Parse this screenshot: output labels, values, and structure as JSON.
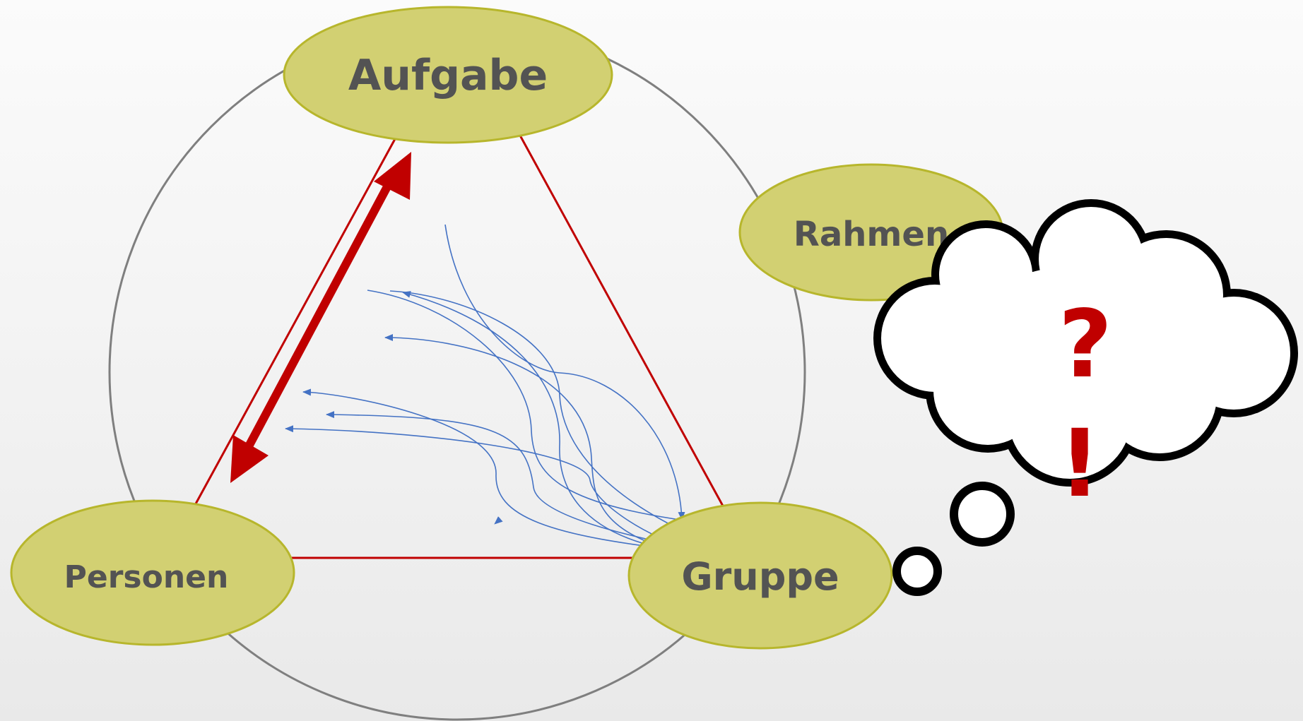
{
  "colors": {
    "node_fill": "#d2d072",
    "node_stroke": "#b7b62c",
    "node_text": "#535353",
    "circle_stroke": "#7f7f7f",
    "triangle_stroke": "#c00000",
    "main_arrow": "#c00000",
    "flow_arrows": "#4472c4",
    "cloud_stroke": "#000000",
    "cloud_fill": "#ffffff",
    "thought_marks": "#c00000"
  },
  "nodes": {
    "aufgabe": {
      "label": "Aufgabe"
    },
    "rahmen": {
      "label": "Rahmen"
    },
    "personen": {
      "label": "Personen"
    },
    "gruppe": {
      "label": "Gruppe"
    }
  },
  "thought": {
    "question": "?",
    "exclamation": "!"
  }
}
